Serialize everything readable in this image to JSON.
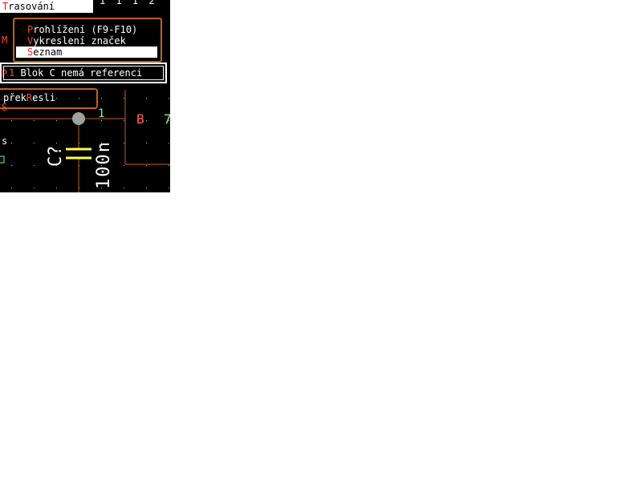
{
  "top_menu": {
    "active_hot": "T",
    "active_rest": "rasování",
    "right_text": "1 1 1 2"
  },
  "menu_letters": [
    "M",
    "P",
    "S",
    "s"
  ],
  "submenu": {
    "items": [
      {
        "hot": "P",
        "rest": "rohlížení (F9-F10)"
      },
      {
        "hot": "V",
        "rest": "ykreslení značek"
      }
    ],
    "selected": {
      "hot": "S",
      "rest": "eznam"
    }
  },
  "message": {
    "number": "1",
    "text": "Blok C nemá referenci"
  },
  "redraw": {
    "pre": "přek",
    "hot": "R",
    "post": "esli"
  },
  "canvas": {
    "pin_label": "1",
    "block_label": "B",
    "block_label_2": "7",
    "component_ref": "C?",
    "component_value": "100n"
  },
  "colors": {
    "background": "#000000",
    "menu_border": "#c06020",
    "hotkey": "#ff4040",
    "wire": "#c06020",
    "capacitor": "#ffff40",
    "label_green": "#80ff80",
    "label_red": "#ff6060"
  }
}
